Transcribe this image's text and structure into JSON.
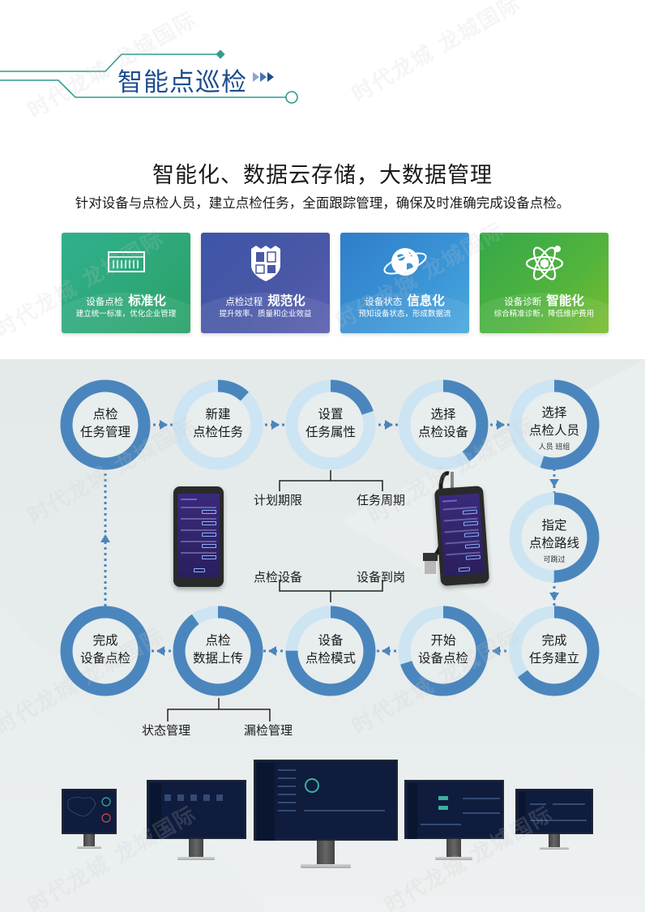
{
  "header": {
    "title": "智能点巡检",
    "headline": "智能化、数据云存储，大数据管理",
    "subline": "针对设备与点检人员，建立点检任务，全面跟踪管理，确保及时准确完成设备点检。"
  },
  "features": [
    {
      "small": "设备点检",
      "big": "标准化",
      "desc": "建立统一标准，优化企业管理",
      "icon": "ruler-panel-icon"
    },
    {
      "small": "点检过程",
      "big": "规范化",
      "desc": "提升效率、质量和企业效益",
      "icon": "shield-icon"
    },
    {
      "small": "设备状态",
      "big": "信息化",
      "desc": "预知设备状态，形成数据流",
      "icon": "globe-icon"
    },
    {
      "small": "设备诊断",
      "big": "智能化",
      "desc": "综合精准诊断，降低维护费用",
      "icon": "atom-icon"
    }
  ],
  "flow": {
    "nodes": [
      {
        "line1": "点检",
        "line2": "任务管理",
        "note": "",
        "progress": 1.0
      },
      {
        "line1": "新建",
        "line2": "点检任务",
        "note": "",
        "progress": 0.12
      },
      {
        "line1": "设置",
        "line2": "任务属性",
        "note": "",
        "progress": 0.2
      },
      {
        "line1": "选择",
        "line2": "点检设备",
        "note": "",
        "progress": 0.4
      },
      {
        "line1": "选择",
        "line2": "点检人员",
        "note": "人员 班组",
        "progress": 0.55
      },
      {
        "line1": "指定",
        "line2": "点检路线",
        "note": "可跳过",
        "progress": 0.5
      },
      {
        "line1": "完成",
        "line2": "任务建立",
        "note": "",
        "progress": 0.65
      },
      {
        "line1": "开始",
        "line2": "设备点检",
        "note": "",
        "progress": 0.7
      },
      {
        "line1": "设备",
        "line2": "点检模式",
        "note": "",
        "progress": 0.75
      },
      {
        "line1": "点检",
        "line2": "数据上传",
        "note": "",
        "progress": 0.9
      },
      {
        "line1": "完成",
        "line2": "设备点检",
        "note": "",
        "progress": 1.0
      }
    ],
    "branches": {
      "task_attributes": [
        "计划期限",
        "任务周期"
      ],
      "inspection_mode": [
        "点检设备",
        "设备到岗"
      ],
      "data_upload": [
        "状态管理",
        "漏检管理"
      ]
    }
  },
  "colors": {
    "ring_dark": "#4a86bd",
    "ring_light": "#cde4f3",
    "title_blue": "#1d4d8f",
    "teal_line": "#2f9a8e"
  },
  "watermark": "时代龙城 龙城国际"
}
